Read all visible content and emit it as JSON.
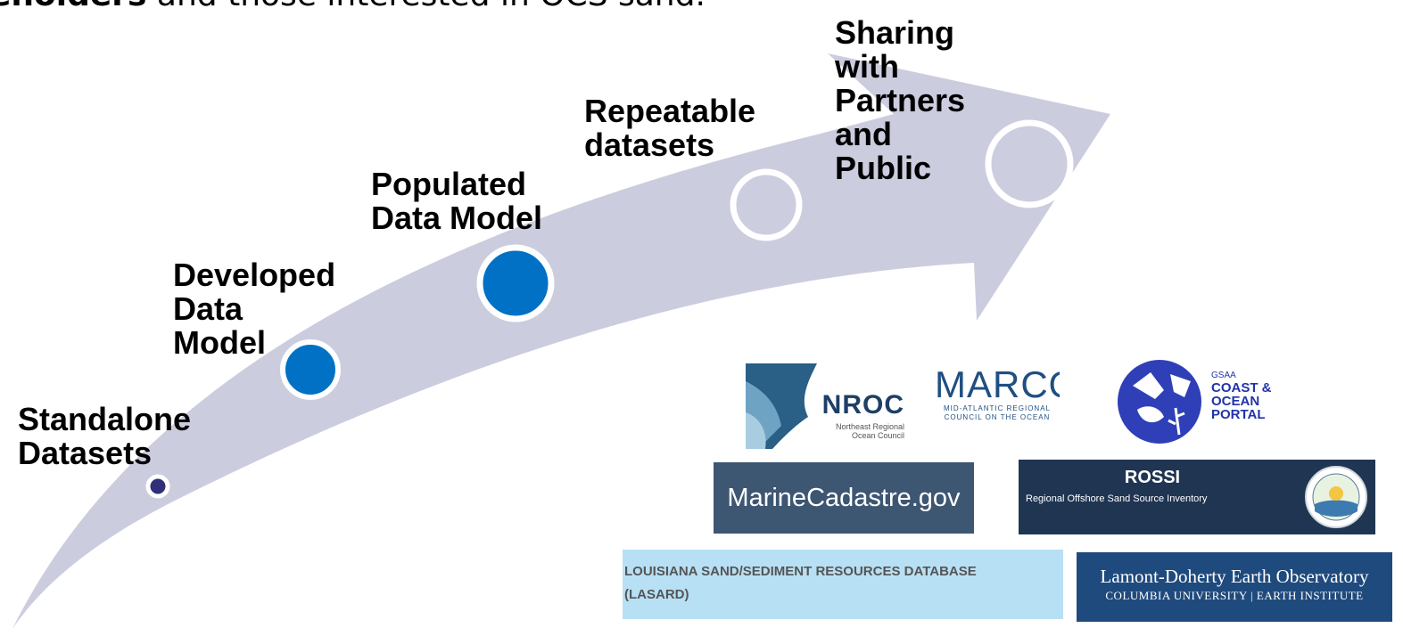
{
  "header": {
    "bold_text": "eholders",
    "rest_text": " and those interested in OCS sand."
  },
  "stages": [
    {
      "label": "Standalone\nDatasets",
      "state": "filled-small"
    },
    {
      "label": "Developed\nData\nModel",
      "state": "filled"
    },
    {
      "label": "Populated\nData Model",
      "state": "filled"
    },
    {
      "label": "Repeatable\ndatasets",
      "state": "empty"
    },
    {
      "label": "Sharing\nwith\nPartners\nand\nPublic",
      "state": "empty"
    }
  ],
  "colors": {
    "arrow": "#ccccdf",
    "filled_circle": "#0071c5",
    "small_dot": "#2f2f7a",
    "empty_circle": "#cdcde0",
    "circle_outline": "#ffffff"
  },
  "logos": {
    "nroc": {
      "name": "NROC",
      "subtitle": "Northeast Regional\nOcean Council"
    },
    "marco": {
      "name": "MARCO",
      "subtitle_line1": "MID-ATLANTIC REGIONAL",
      "subtitle_line2": "COUNCIL ON THE OCEAN"
    },
    "gsaa": {
      "line1": "GSAA",
      "line2": "COAST &\nOCEAN\nPORTAL"
    },
    "marinecadastre": {
      "name": "MarineCadastre.gov"
    },
    "rossi": {
      "name": "ROSSI",
      "subtitle": "Regional Offshore Sand Source Inventory"
    },
    "lasard": {
      "line1": "LOUISIANA SAND/SEDIMENT RESOURCES DATABASE",
      "line2": "(LASARD)"
    },
    "lamont": {
      "line1": "Lamont-Doherty Earth Observatory",
      "line2": "COLUMBIA UNIVERSITY | EARTH INSTITUTE"
    }
  }
}
